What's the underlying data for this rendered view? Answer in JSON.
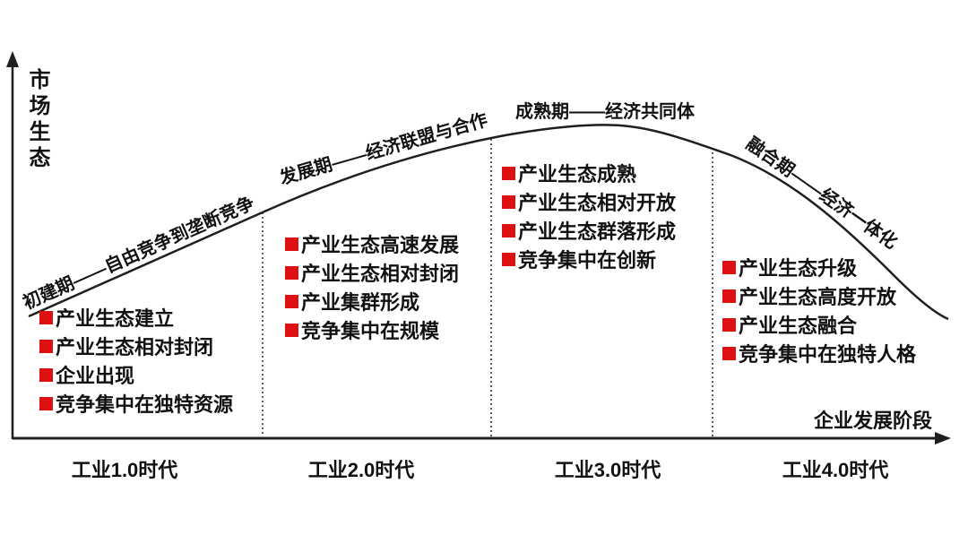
{
  "axes": {
    "y_label": "市场生态",
    "x_label": "企业发展阶段"
  },
  "stages": [
    {
      "phase_label": "初建期——自由竞争到垄断竞争",
      "era": "工业1.0时代",
      "bullets": [
        "产业生态建立",
        "产业生态相对封闭",
        "企业出现",
        "竞争集中在独特资源"
      ]
    },
    {
      "phase_label": "发展期——经济联盟与合作",
      "era": "工业2.0时代",
      "bullets": [
        "产业生态高速发展",
        "产业生态相对封闭",
        "产业集群形成",
        "竞争集中在规模"
      ]
    },
    {
      "phase_label": "成熟期——经济共同体",
      "era": "工业3.0时代",
      "bullets": [
        "产业生态成熟",
        "产业生态相对开放",
        "产业生态群落形成",
        "竞争集中在创新"
      ]
    },
    {
      "phase_label": "融合期——经济一体化",
      "era": "工业4.0时代",
      "bullets": [
        "产业生态升级",
        "产业生态高度开放",
        "产业生态融合",
        "竞争集中在独特人格"
      ]
    }
  ],
  "colors": {
    "bullet_red": "#dd1111",
    "line_black": "#1f1f1f"
  }
}
